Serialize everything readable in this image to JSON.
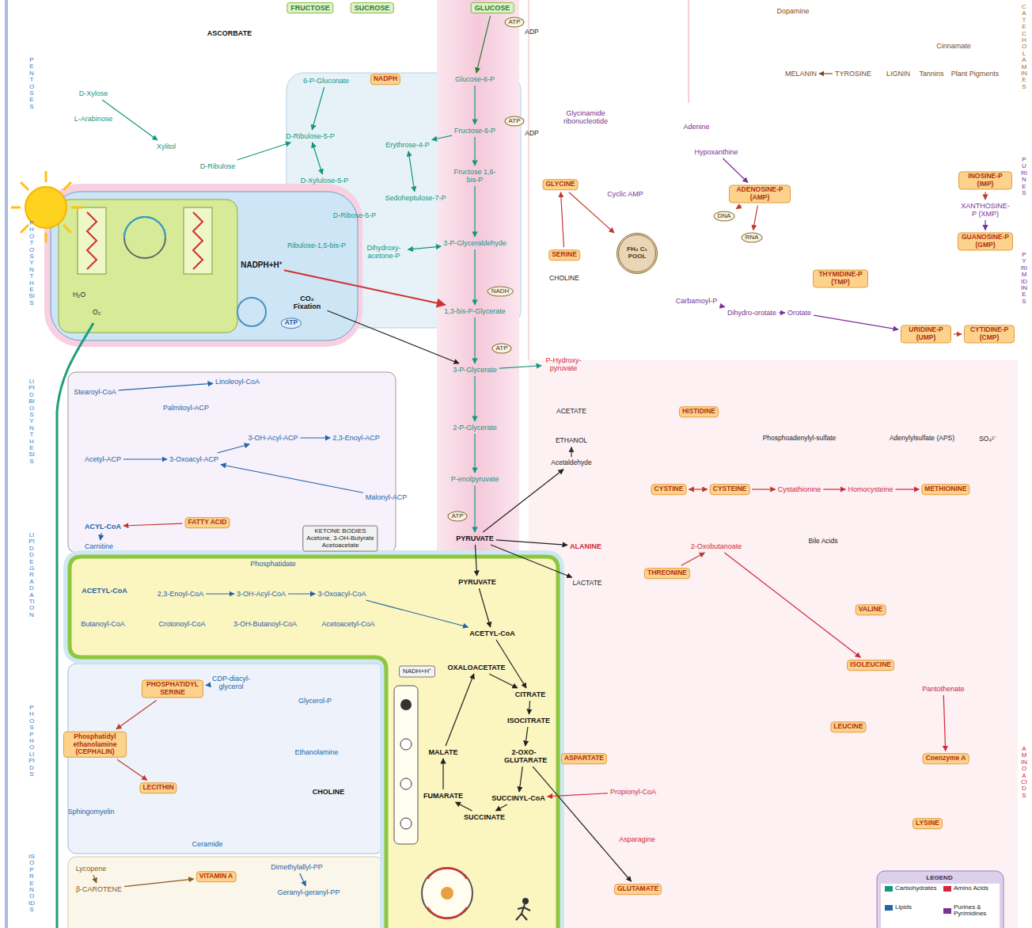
{
  "diagram": {
    "nodes": [
      {
        "text": [
          "FRUCTOSE"
        ]
      },
      {
        "text": [
          "SUCROSE"
        ]
      },
      {
        "text": [
          "GLUCOSE"
        ]
      },
      {
        "text": [
          "Glucose-6-P"
        ]
      },
      {
        "text": [
          "Fructose-6-P"
        ]
      },
      {
        "text": [
          "Fructose 1,6-bis-P"
        ]
      },
      {
        "text": [
          "3-P-Glyceraldehyde"
        ]
      },
      {
        "text": [
          "1,3-bis-P-Glycerate"
        ]
      },
      {
        "text": [
          "3-P-Glycerate"
        ]
      },
      {
        "text": [
          "2-P-Glycerate"
        ]
      },
      {
        "text": [
          "P-enolpyruvate"
        ]
      },
      {
        "text": [
          "PYRUVATE"
        ]
      },
      {
        "text": [
          "NADPH"
        ]
      },
      {
        "text": [
          "6-P-Gluconate"
        ]
      },
      {
        "text": [
          "D-Ribulose-5-P"
        ]
      },
      {
        "text": [
          "D-Xylulose-5-P"
        ]
      },
      {
        "text": [
          "D-Ribose-5-P"
        ]
      },
      {
        "text": [
          "Erythrose-4-P"
        ]
      },
      {
        "text": [
          "Sedoheptulose-7-P"
        ]
      },
      {
        "text": [
          "Dihydroxy-acetone-P"
        ]
      },
      {
        "text": [
          "NADPH+H⁺"
        ]
      },
      {
        "text": [
          "CO₂ Fixation"
        ]
      },
      {
        "text": [
          "Ribulose-1,5-bis-P"
        ]
      },
      {
        "text": [
          "ATP"
        ]
      },
      {
        "text": [
          "ATP"
        ]
      },
      {
        "text": [
          "ATP"
        ]
      },
      {
        "text": [
          "NADH"
        ]
      },
      {
        "text": [
          "ATP"
        ]
      },
      {
        "text": [
          "ATP"
        ]
      },
      {
        "text": [
          "D-Xylose"
        ]
      },
      {
        "text": [
          "L-Arabinose"
        ]
      },
      {
        "text": [
          "Xylitol"
        ]
      },
      {
        "text": [
          "D-Ribulose"
        ]
      },
      {
        "text": [
          "ASCORBATE"
        ]
      },
      {
        "text": [
          "Malonyl-ACP"
        ]
      },
      {
        "text": [
          "Acetyl-ACP"
        ]
      },
      {
        "text": [
          "Palmitoyl-ACP"
        ]
      },
      {
        "text": [
          "Stearoyl-CoA"
        ]
      },
      {
        "text": [
          "Linoleoyl-CoA"
        ]
      },
      {
        "text": [
          "3-Oxoacyl-ACP"
        ]
      },
      {
        "text": [
          "3-OH-Acyl-ACP"
        ]
      },
      {
        "text": [
          "2,3-Enoyl-ACP"
        ]
      },
      {
        "text": [
          "ACYL-CoA"
        ]
      },
      {
        "text": [
          "FATTY ACID"
        ]
      },
      {
        "text": [
          "KETONE BODIES",
          "Acetone, 3-OH-Butyrate",
          "Acetoacetate"
        ]
      },
      {
        "text": [
          "Carnitine"
        ]
      },
      {
        "text": [
          "ACETYL-CoA"
        ]
      },
      {
        "text": [
          "2,3-Enoyl-CoA"
        ]
      },
      {
        "text": [
          "3-OH-Acyl-CoA"
        ]
      },
      {
        "text": [
          "3-Oxoacyl-CoA"
        ]
      },
      {
        "text": [
          "Butanoyl-CoA"
        ]
      },
      {
        "text": [
          "Crotonoyl-CoA"
        ]
      },
      {
        "text": [
          "3-OH-Butanoyl-CoA"
        ]
      },
      {
        "text": [
          "Acetoacetyl-CoA"
        ]
      },
      {
        "text": [
          "PHOSPHATIDYL SERINE"
        ]
      },
      {
        "text": [
          "CDP-diacyl-glycerol"
        ]
      },
      {
        "text": [
          "Phosphatidyl ethanolamine (CEPHALIN)"
        ]
      },
      {
        "text": [
          "LECITHIN"
        ]
      },
      {
        "text": [
          "Phosphatidate"
        ]
      },
      {
        "text": [
          "Ceramide"
        ]
      },
      {
        "text": [
          "Sphingomyelin"
        ]
      },
      {
        "text": [
          "CHOLINE"
        ]
      },
      {
        "text": [
          "Ethanolamine"
        ]
      },
      {
        "text": [
          "Glycerol-P"
        ]
      },
      {
        "text": [
          "Lycopene"
        ]
      },
      {
        "text": [
          "β-CAROTENE"
        ]
      },
      {
        "text": [
          "VITAMIN A"
        ]
      },
      {
        "text": [
          "Geranyl-geranyl-PP"
        ]
      },
      {
        "text": [
          "Dimethylallyl-PP"
        ]
      },
      {
        "text": [
          "PYRUVATE"
        ]
      },
      {
        "text": [
          "ACETYL-CoA"
        ]
      },
      {
        "text": [
          "OXALOACETATE"
        ]
      },
      {
        "text": [
          "CITRATE"
        ]
      },
      {
        "text": [
          "ISOCITRATE"
        ]
      },
      {
        "text": [
          "2-OXO-GLUTARATE"
        ]
      },
      {
        "text": [
          "SUCCINYL-CoA"
        ]
      },
      {
        "text": [
          "SUCCINATE"
        ]
      },
      {
        "text": [
          "FUMARATE"
        ]
      },
      {
        "text": [
          "MALATE"
        ]
      },
      {
        "text": [
          "NADH+H⁺"
        ]
      },
      {
        "text": [
          "LACTATE"
        ]
      },
      {
        "text": [
          "ACETATE"
        ]
      },
      {
        "text": [
          "Acetaldehyde"
        ]
      },
      {
        "text": [
          "ETHANOL"
        ]
      },
      {
        "text": [
          "GLYCINE"
        ]
      },
      {
        "text": [
          "FH₄ C₁ POOL"
        ]
      },
      {
        "text": [
          "SERINE"
        ]
      },
      {
        "text": [
          "CHOLINE"
        ]
      },
      {
        "text": [
          "P-Hydroxy-pyruvate"
        ]
      },
      {
        "text": [
          "ALANINE"
        ]
      },
      {
        "text": [
          "ASPARTATE"
        ]
      },
      {
        "text": [
          "Asparagine"
        ]
      },
      {
        "text": [
          "GLUTAMATE"
        ]
      },
      {
        "text": [
          "HISTIDINE"
        ]
      },
      {
        "text": [
          "CYSTINE"
        ]
      },
      {
        "text": [
          "CYSTEINE"
        ]
      },
      {
        "text": [
          "METHIONINE"
        ]
      },
      {
        "text": [
          "THREONINE"
        ]
      },
      {
        "text": [
          "VALINE"
        ]
      },
      {
        "text": [
          "ISOLEUCINE"
        ]
      },
      {
        "text": [
          "LEUCINE"
        ]
      },
      {
        "text": [
          "LYSINE"
        ]
      },
      {
        "text": [
          "Coenzyme A"
        ]
      },
      {
        "text": [
          "Pantothenate"
        ]
      },
      {
        "text": [
          "Cystathionine"
        ]
      },
      {
        "text": [
          "Homocysteine"
        ]
      },
      {
        "text": [
          "Propionyl-CoA"
        ]
      },
      {
        "text": [
          "2-Oxobutanoate"
        ]
      },
      {
        "text": [
          "TYROSINE"
        ]
      },
      {
        "text": [
          "MELANIN"
        ]
      },
      {
        "text": [
          "Dopamine"
        ]
      },
      {
        "text": [
          "Cinnamate"
        ]
      },
      {
        "text": [
          "LIGNIN"
        ]
      },
      {
        "text": [
          "Tannins"
        ]
      },
      {
        "text": [
          "Plant Pigments"
        ]
      },
      {
        "text": [
          "Cyclic AMP"
        ]
      },
      {
        "text": [
          "ADENOSINE-P (AMP)"
        ]
      },
      {
        "text": [
          "DNA"
        ]
      },
      {
        "text": [
          "RNA"
        ]
      },
      {
        "text": [
          "INOSINE-P (IMP)"
        ]
      },
      {
        "text": [
          "XANTHOSINE-P (XMP)"
        ]
      },
      {
        "text": [
          "GUANOSINE-P (GMP)"
        ]
      },
      {
        "text": [
          "Hypoxanthine"
        ]
      },
      {
        "text": [
          "Adenine"
        ]
      },
      {
        "text": [
          "Glycinamide ribonucleotide"
        ]
      },
      {
        "text": [
          "THYMIDINE-P (TMP)"
        ]
      },
      {
        "text": [
          "URIDINE-P (UMP)"
        ]
      },
      {
        "text": [
          "CYTIDINE-P (CMP)"
        ]
      },
      {
        "text": [
          "Orotate"
        ]
      },
      {
        "text": [
          "Carbamoyl-P"
        ]
      },
      {
        "text": [
          "Dihydro-orotate"
        ]
      }
    ],
    "edges": [
      {
        "from": 2,
        "to": 3,
        "arrow": "to"
      },
      {
        "from": 3,
        "to": 4,
        "arrow": "to"
      },
      {
        "from": 4,
        "to": 5,
        "arrow": "to"
      },
      {
        "from": 5,
        "to": 6,
        "arrow": "to"
      },
      {
        "from": 6,
        "to": 7,
        "arrow": "to"
      },
      {
        "from": 7,
        "to": 8,
        "arrow": "to"
      },
      {
        "from": 8,
        "to": 9,
        "arrow": "to"
      },
      {
        "from": 9,
        "to": 10,
        "arrow": "to"
      },
      {
        "from": 10,
        "to": 11,
        "arrow": "to"
      },
      {
        "from": 11,
        "to": 69,
        "arrow": "to"
      },
      {
        "from": 69,
        "to": 70,
        "arrow": "to"
      },
      {
        "from": 70,
        "to": 72,
        "arrow": "to"
      },
      {
        "from": 71,
        "to": 72,
        "arrow": "to"
      },
      {
        "from": 72,
        "to": 73,
        "arrow": "to"
      },
      {
        "from": 73,
        "to": 74,
        "arrow": "to"
      },
      {
        "from": 74,
        "to": 75,
        "arrow": "to"
      },
      {
        "from": 75,
        "to": 76,
        "arrow": "to"
      },
      {
        "from": 76,
        "to": 77,
        "arrow": "to"
      },
      {
        "from": 77,
        "to": 78,
        "arrow": "to"
      },
      {
        "from": 78,
        "to": 71,
        "arrow": "to"
      },
      {
        "from": 6,
        "to": 19,
        "arrow": "both"
      },
      {
        "from": 13,
        "to": 14,
        "arrow": "to"
      },
      {
        "from": 14,
        "to": 15,
        "arrow": "both"
      },
      {
        "from": 4,
        "to": 17,
        "arrow": "to"
      },
      {
        "from": 17,
        "to": 18,
        "arrow": "both"
      },
      {
        "from": 20,
        "to": 7,
        "arrow": "to"
      },
      {
        "from": 21,
        "to": 8,
        "arrow": "to"
      },
      {
        "from": 11,
        "to": 89,
        "arrow": "to"
      },
      {
        "from": 11,
        "to": 80,
        "arrow": "to"
      },
      {
        "from": 11,
        "to": 82,
        "arrow": "to"
      },
      {
        "from": 82,
        "to": 83,
        "arrow": "to"
      },
      {
        "from": 8,
        "to": 88,
        "arrow": "to"
      },
      {
        "from": 86,
        "to": 84,
        "arrow": "to"
      },
      {
        "from": 84,
        "to": 85,
        "arrow": "to"
      },
      {
        "from": 74,
        "to": 92,
        "arrow": "to"
      },
      {
        "from": 94,
        "to": 95,
        "arrow": "both"
      },
      {
        "from": 95,
        "to": 104,
        "arrow": "to"
      },
      {
        "from": 104,
        "to": 105,
        "arrow": "to"
      },
      {
        "from": 105,
        "to": 96,
        "arrow": "to"
      },
      {
        "from": 43,
        "to": 42,
        "arrow": "to"
      },
      {
        "from": 42,
        "to": 45,
        "arrow": "to"
      },
      {
        "from": 47,
        "to": 48,
        "arrow": "to"
      },
      {
        "from": 48,
        "to": 49,
        "arrow": "to"
      },
      {
        "from": 49,
        "to": 70,
        "arrow": "to"
      },
      {
        "from": 119,
        "to": 120,
        "arrow": "to"
      },
      {
        "from": 120,
        "to": 121,
        "arrow": "to"
      },
      {
        "from": 129,
        "to": 130,
        "arrow": "to"
      },
      {
        "from": 130,
        "to": 128,
        "arrow": "to"
      },
      {
        "from": 128,
        "to": 126,
        "arrow": "to"
      },
      {
        "from": 126,
        "to": 127,
        "arrow": "to"
      },
      {
        "from": 108,
        "to": 109,
        "arrow": "to"
      },
      {
        "from": 54,
        "to": 56,
        "arrow": "to"
      },
      {
        "from": 56,
        "to": 57,
        "arrow": "to"
      },
      {
        "from": 55,
        "to": 54,
        "arrow": "to"
      },
      {
        "from": 65,
        "to": 66,
        "arrow": "to"
      },
      {
        "from": 68,
        "to": 67,
        "arrow": "to"
      },
      {
        "from": 64,
        "to": 65,
        "arrow": "to"
      },
      {
        "from": 116,
        "to": 117,
        "arrow": "to"
      },
      {
        "from": 116,
        "to": 118,
        "arrow": "to"
      },
      {
        "from": 122,
        "to": 116,
        "arrow": "to"
      },
      {
        "from": 97,
        "to": 107,
        "arrow": "to"
      },
      {
        "from": 107,
        "to": 99,
        "arrow": "to"
      },
      {
        "from": 106,
        "to": 75,
        "arrow": "to"
      },
      {
        "from": 103,
        "to": 102,
        "arrow": "to"
      },
      {
        "from": 35,
        "to": 39,
        "arrow": "to"
      },
      {
        "from": 39,
        "to": 40,
        "arrow": "to"
      },
      {
        "from": 40,
        "to": 41,
        "arrow": "to"
      },
      {
        "from": 34,
        "to": 39,
        "arrow": "to"
      },
      {
        "from": 37,
        "to": 38,
        "arrow": "to"
      },
      {
        "from": 32,
        "to": 14,
        "arrow": "to"
      },
      {
        "from": 29,
        "to": 31,
        "arrow": "to"
      }
    ],
    "labels": [
      "PENTOSES",
      "PHOTOSYNTHESIS",
      "LIPID BIOSYNTHESIS",
      "LIPID DEGRADATION",
      "PHOSPHOLIPIDS",
      "ISOPRENOIDS",
      "CATECHOLAMINES",
      "PURINES",
      "PYRIMIDINES",
      "AMINO ACIDS",
      "H₂O",
      "O₂",
      "ADP",
      "ADP",
      "Bile Acids",
      "Phosphoadenylyl-sulfate",
      "Adenylylsulfate (APS)",
      "SO₄²⁻",
      "LEGEND"
    ],
    "legend": [
      {
        "text": "Carbohydrates",
        "color": "#14967f"
      },
      {
        "text": "Amino Acids",
        "color": "#d0283c"
      },
      {
        "text": "Lipids",
        "color": "#2563a8"
      },
      {
        "text": "Purines & Pyrimidines",
        "color": "#7b3294"
      }
    ]
  }
}
